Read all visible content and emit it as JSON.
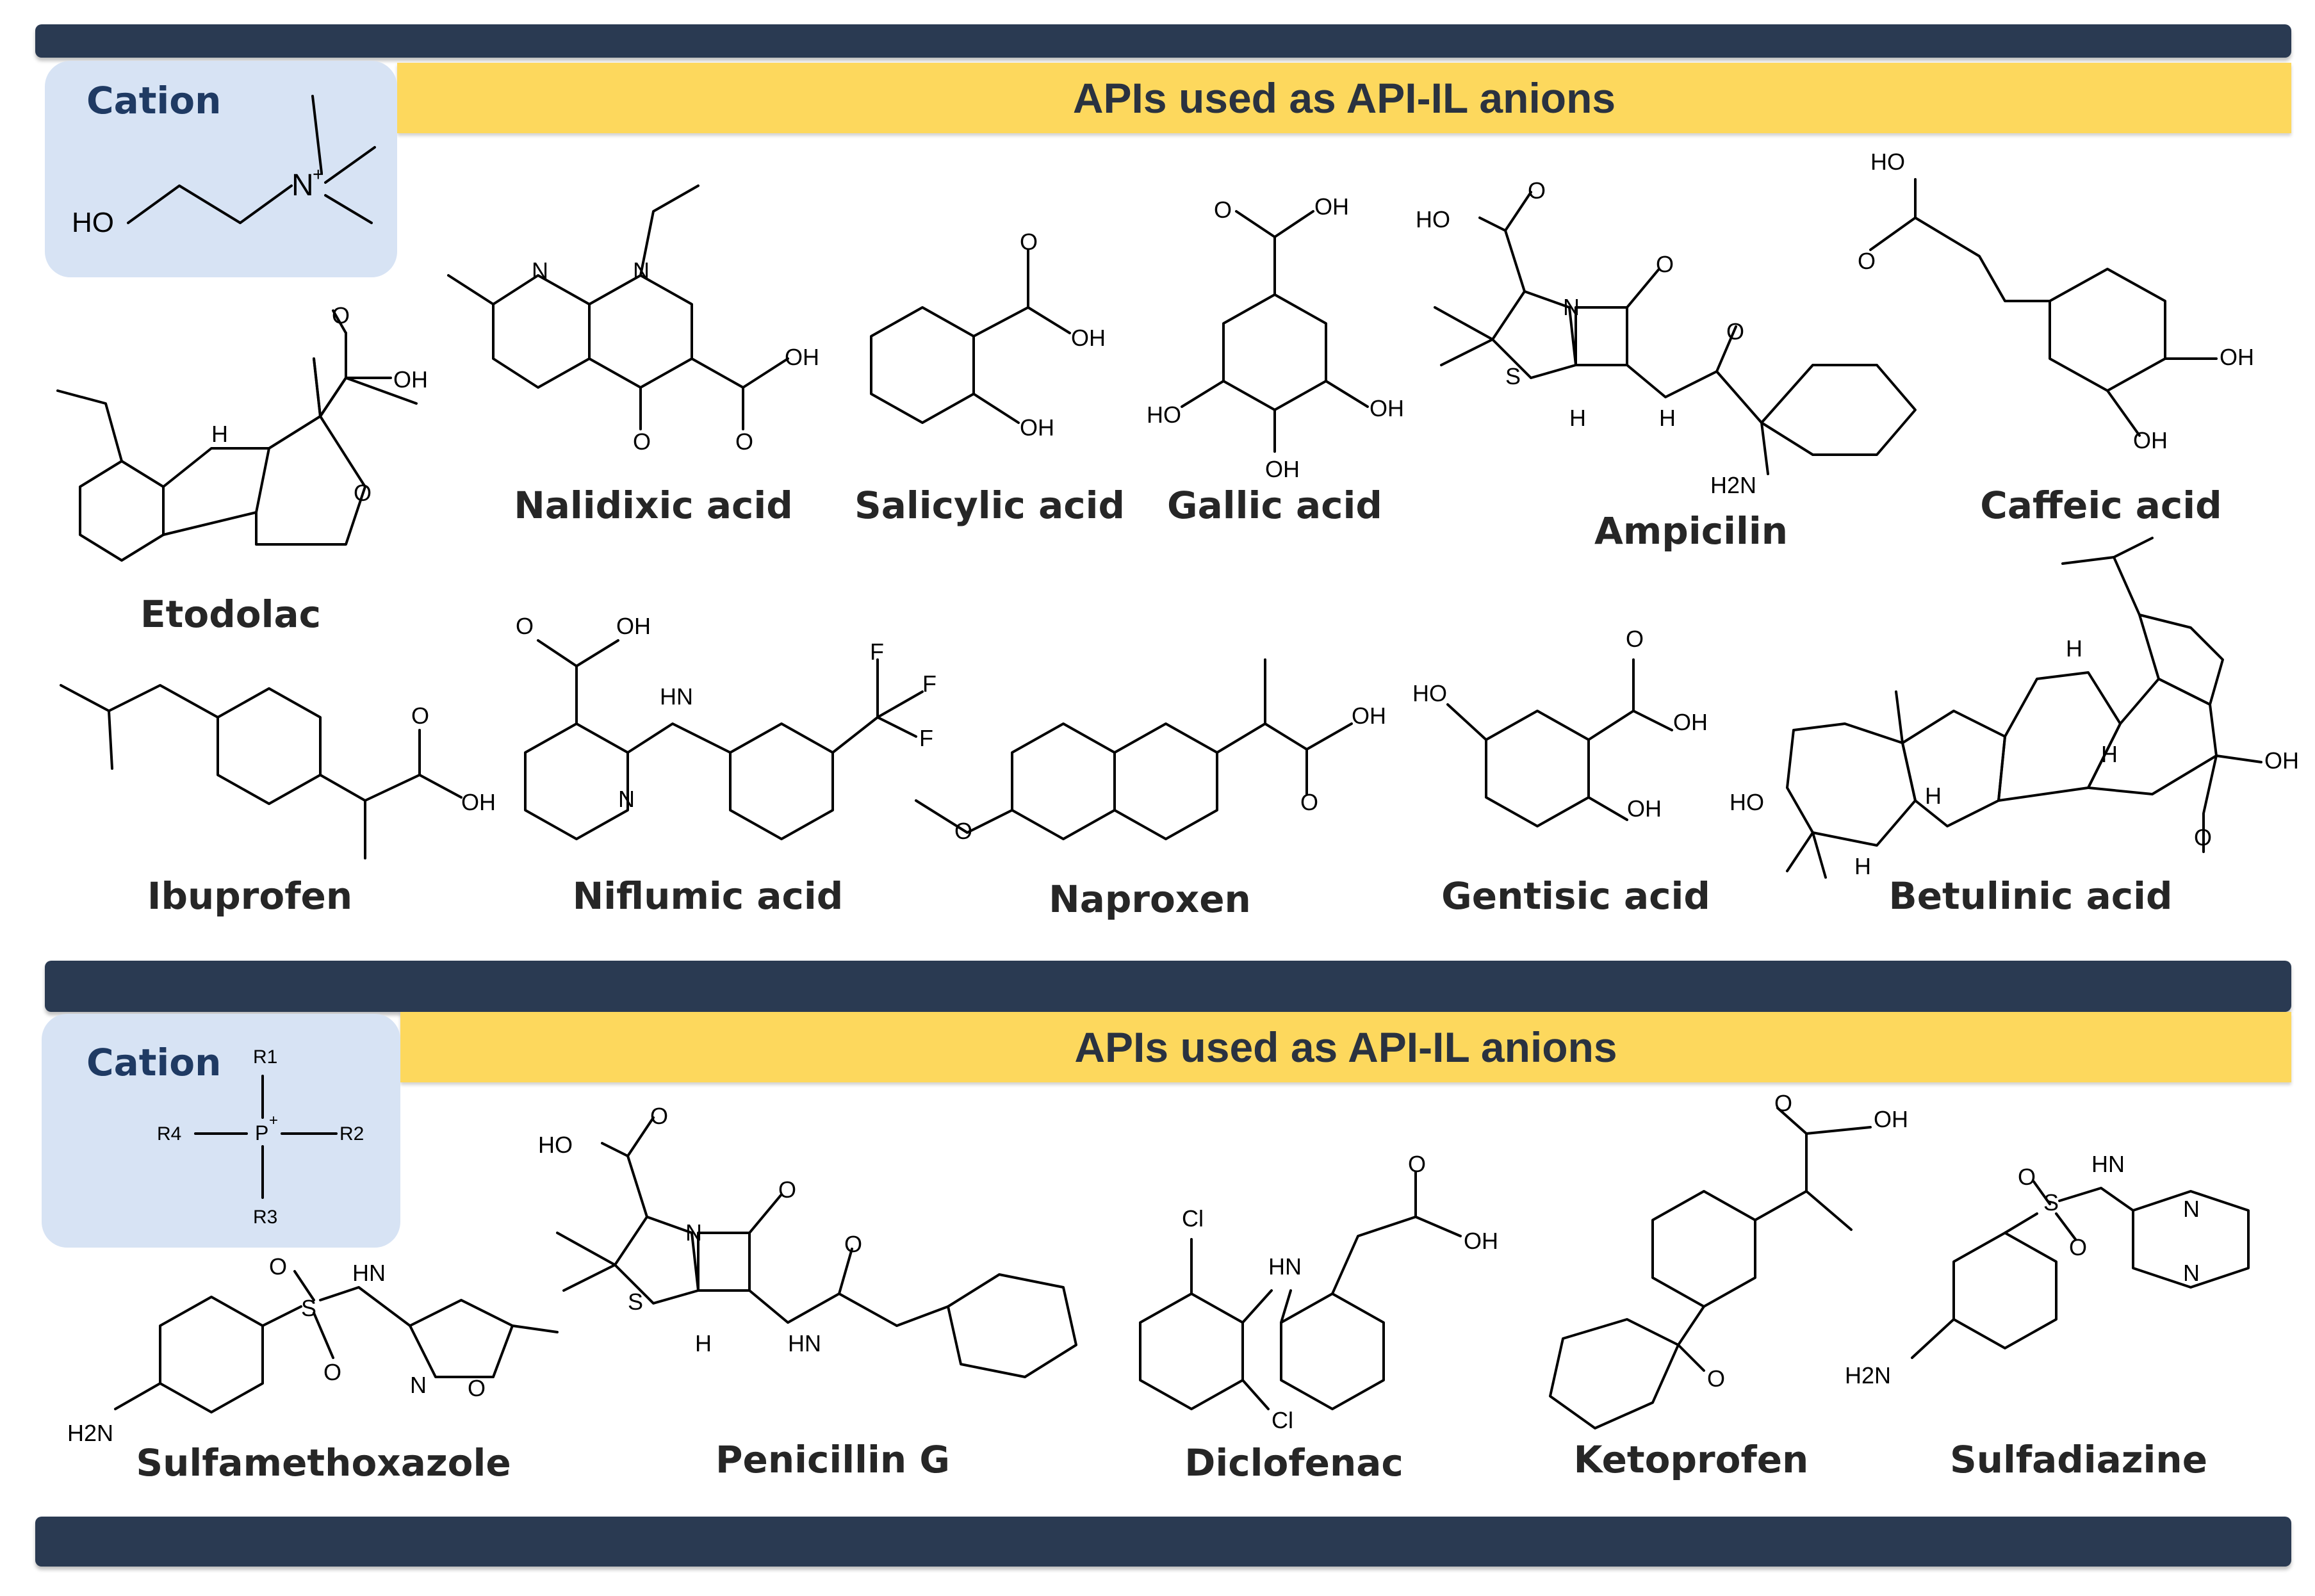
{
  "panel1": {
    "banner": "APIs used as API-IL anions",
    "cation": {
      "title": "Cation",
      "atoms": {
        "ho": "HO",
        "n": "N",
        "charge": "+"
      }
    },
    "molecules": [
      {
        "name": "Etodolac"
      },
      {
        "name": "Nalidixic acid"
      },
      {
        "name": "Salicylic acid"
      },
      {
        "name": "Gallic acid"
      },
      {
        "name": "Ampicilin"
      },
      {
        "name": "Caffeic acid"
      },
      {
        "name": "Ibuprofen"
      },
      {
        "name": "Niflumic acid"
      },
      {
        "name": "Naproxen"
      },
      {
        "name": "Gentisic acid"
      },
      {
        "name": "Betulinic acid"
      }
    ]
  },
  "panel2": {
    "banner": "APIs used as API-IL anions",
    "cation": {
      "title": "Cation",
      "atoms": {
        "p": "P",
        "charge": "+",
        "r1": "R1",
        "r2": "R2",
        "r3": "R3",
        "r4": "R4"
      }
    },
    "molecules": [
      {
        "name": "Sulfamethoxazole"
      },
      {
        "name": "Penicillin G"
      },
      {
        "name": "Diclofenac"
      },
      {
        "name": "Ketoprofen"
      },
      {
        "name": "Sulfadiazine"
      }
    ]
  },
  "atoms": {
    "oh": "OH",
    "ho": "HO",
    "o": "O",
    "n": "N",
    "h": "H",
    "nh2": "H2N",
    "s": "S",
    "f": "F",
    "cl": "Cl",
    "hn": "HN"
  },
  "colors": {
    "bar": "#2a3a52",
    "banner": "#fdd85d",
    "cation_box": "#d7e3f4",
    "cation_title": "#1f3a63"
  }
}
